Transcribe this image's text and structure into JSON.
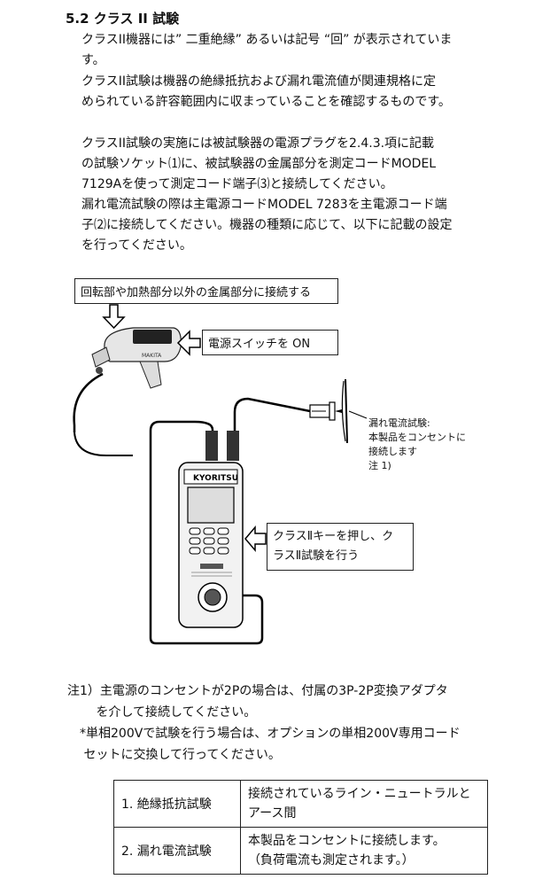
{
  "heading": "5.2 クラス II 試験",
  "para1": [
    "クラスII機器には” 二重絶縁” あるいは記号 “回” が表示されていま",
    "す。"
  ],
  "para2": [
    "クラスII試験は機器の絶縁抵抗および漏れ電流値が関連規格に定",
    "められている許容範囲内に収まっていることを確認するものです。"
  ],
  "para3": [
    "クラスII試験の実施には被試験器の電源プラグを2.4.3.項に記載",
    "の試験ソケット⑴に、被試験器の金属部分を測定コードMODEL",
    "7129Aを使って測定コード端子⑶と接続してください。",
    "漏れ電流試験の際は主電源コードMODEL 7283を主電源コード端",
    "子⑵に接続してください。機器の種類に応じて、以下に記載の設定",
    "を行ってください。"
  ],
  "figure": {
    "callout_metal": "回転部や加熱部分以外の金属部分に接続する",
    "callout_switch": "電源スイッチを ON",
    "callout_key": [
      "クラスⅡキーを押し、ク",
      "ラスⅡ試験を行う"
    ],
    "leak_note": [
      "漏れ電流試験:",
      "本製品をコンセントに",
      "接続します",
      "注 1)"
    ],
    "brand": "KYORITSU",
    "dryer_brand": "MAKITA"
  },
  "footnote": [
    "注1）主電源のコンセントが2Pの場合は、付属の3P-2P変換アダプタ",
    "　　 を介して接続してください。",
    "　*単相200Vで試験を行う場合は、オプションの単相200V専用コード",
    "　 セットに交換して行ってください。"
  ],
  "table": [
    {
      "test": "1. 絶縁抵抗試験",
      "desc": [
        "接続されているライン・ニュートラルと",
        "アース間"
      ]
    },
    {
      "test": "2. 漏れ電流試験",
      "desc": [
        "本製品をコンセントに接続します。",
        "（負荷電流も測定されます。）"
      ]
    }
  ]
}
